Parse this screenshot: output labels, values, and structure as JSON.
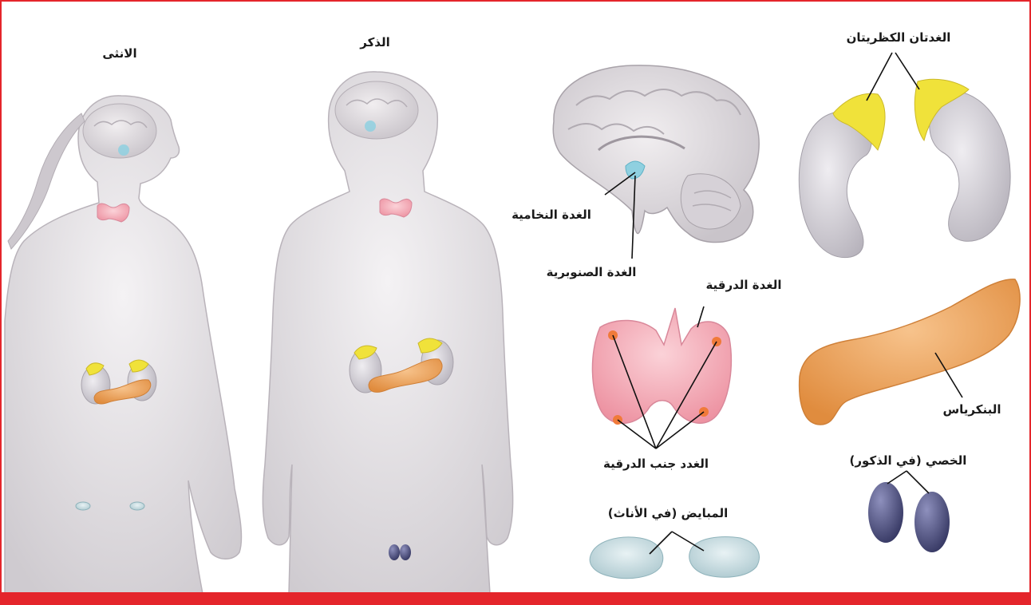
{
  "headings": {
    "female": "الانثى",
    "male": "الذكر"
  },
  "labels": {
    "adrenal_glands": "الغدتان الكظريتان",
    "pituitary_gland": "الغدة النخامية",
    "pineal_gland": "الغدة الصنوبرية",
    "thyroid_gland": "الغدة الدرقية",
    "pancreas": "البنكرياس",
    "parathyroid_glands": "الغدد جنب الدرقية",
    "testes": "الخصي (في الذكور)",
    "ovaries": "المبايض (في الأناث)"
  },
  "colors": {
    "frame": "#e4252b",
    "body": "#e6e3e6",
    "thyroid": "#f3a7b3",
    "adrenal": "#f0e23a",
    "pancreas": "#f0a45e",
    "kidney": "#d2cfd6",
    "testes": "#50527f",
    "ovaries": "#c8dde2",
    "pituitary": "#8fd0e0"
  }
}
